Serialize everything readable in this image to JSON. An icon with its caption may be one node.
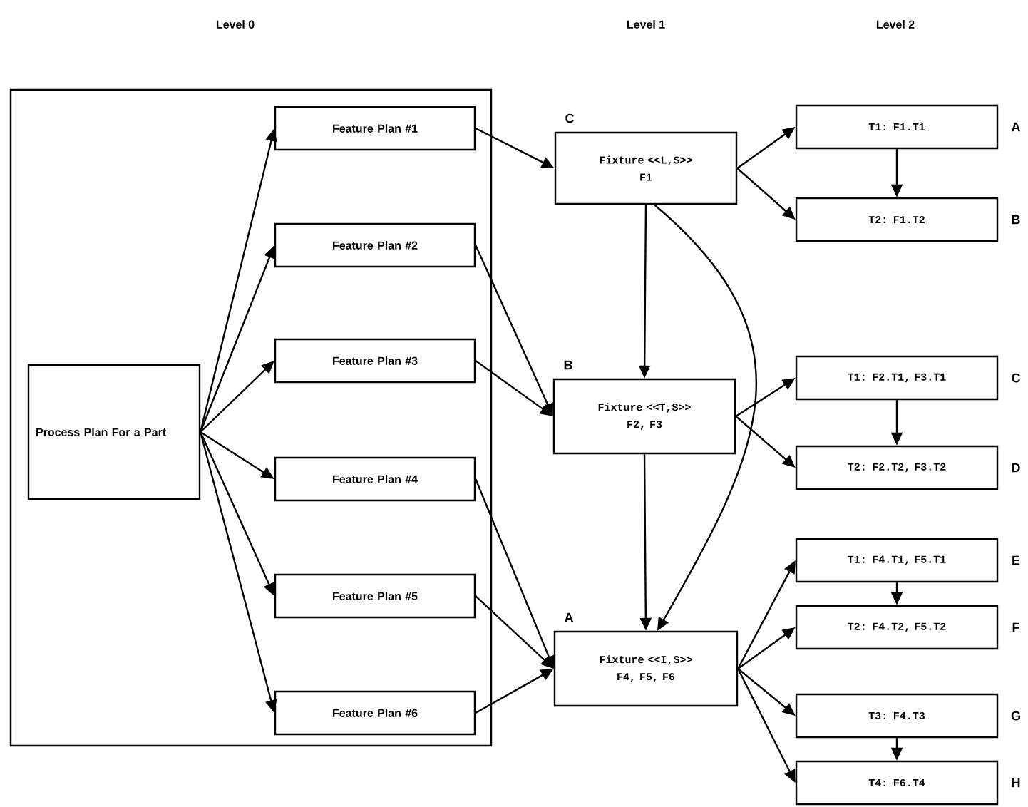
{
  "diagram": {
    "nodes": [
      {
        "text": [],
        "shape": "box"
      },
      {
        "text": [
          "Process Plan For a Part"
        ],
        "in": 0
      },
      {
        "text": [
          "Feature Plan #1"
        ],
        "in": 0
      },
      {
        "text": [
          "Feature Plan #2"
        ],
        "in": 0
      },
      {
        "text": [
          "Feature Plan #3"
        ],
        "in": 0
      },
      {
        "text": [
          "Feature Plan #4"
        ],
        "in": 0
      },
      {
        "text": [
          "Feature Plan #5"
        ],
        "in": 0
      },
      {
        "text": [
          "Feature Plan #6"
        ],
        "in": 0
      },
      {
        "text": [
          "Fixture <<L,S>>",
          "F1"
        ],
        "beside": [
          "C"
        ]
      },
      {
        "text": [
          "Fixture <<T,S>>",
          "F2, F3"
        ],
        "beside": [
          "B"
        ]
      },
      {
        "text": [
          "Fixture <<I,S>>",
          "F4, F5, F6"
        ],
        "beside": [
          "A"
        ]
      },
      {
        "text": [
          "T1: F1.T1"
        ],
        "beside": [
          "A"
        ]
      },
      {
        "text": [
          "T2: F1.T2"
        ],
        "beside": [
          "B"
        ]
      },
      {
        "text": [
          "T1: F2.T1, F3.T1"
        ],
        "beside": [
          "C"
        ]
      },
      {
        "text": [
          "T2: F2.T2, F3.T2"
        ],
        "beside": [
          "D"
        ]
      },
      {
        "text": [
          "T1: F4.T1, F5.T1"
        ],
        "beside": [
          "E"
        ]
      },
      {
        "text": [
          "T2: F4.T2, F5.T2"
        ],
        "beside": [
          "F"
        ]
      },
      {
        "text": [
          "T3: F4.T3"
        ],
        "beside": [
          "G"
        ]
      },
      {
        "text": [
          "T4: F6.T4"
        ],
        "beside": [
          "H"
        ]
      }
    ],
    "edges": [
      {
        "from": 1,
        "to": 2,
        "arrow": "to"
      },
      {
        "from": 1,
        "to": 3,
        "arrow": "to"
      },
      {
        "from": 1,
        "to": 4,
        "arrow": "to"
      },
      {
        "from": 1,
        "to": 5,
        "arrow": "to"
      },
      {
        "from": 1,
        "to": 6,
        "arrow": "to"
      },
      {
        "from": 1,
        "to": 7,
        "arrow": "to"
      },
      {
        "from": 2,
        "to": 8,
        "arrow": "to"
      },
      {
        "from": 3,
        "to": 9,
        "arrow": "to"
      },
      {
        "from": 4,
        "to": 9,
        "arrow": "to"
      },
      {
        "from": 5,
        "to": 10,
        "arrow": "to"
      },
      {
        "from": 6,
        "to": 10,
        "arrow": "to"
      },
      {
        "from": 7,
        "to": 10,
        "arrow": "to"
      },
      {
        "from": 8,
        "to": 9,
        "arrow": "to"
      },
      {
        "from": 9,
        "to": 10,
        "arrow": "to"
      },
      {
        "from": 8,
        "to": 10,
        "arrow": "to"
      },
      {
        "from": 8,
        "to": 11,
        "arrow": "to"
      },
      {
        "from": 8,
        "to": 12,
        "arrow": "to"
      },
      {
        "from": 11,
        "to": 12,
        "arrow": "to"
      },
      {
        "from": 9,
        "to": 13,
        "arrow": "to"
      },
      {
        "from": 9,
        "to": 14,
        "arrow": "to"
      },
      {
        "from": 13,
        "to": 14,
        "arrow": "to"
      },
      {
        "from": 10,
        "to": 15,
        "arrow": "to"
      },
      {
        "from": 10,
        "to": 16,
        "arrow": "to"
      },
      {
        "from": 10,
        "to": 17,
        "arrow": "to"
      },
      {
        "from": 10,
        "to": 18,
        "arrow": "to"
      },
      {
        "from": 15,
        "to": 16,
        "arrow": "to"
      },
      {
        "from": 17,
        "to": 18,
        "arrow": "to"
      }
    ],
    "labels": [
      "Level 0",
      "Level 1",
      "Level 2"
    ]
  }
}
